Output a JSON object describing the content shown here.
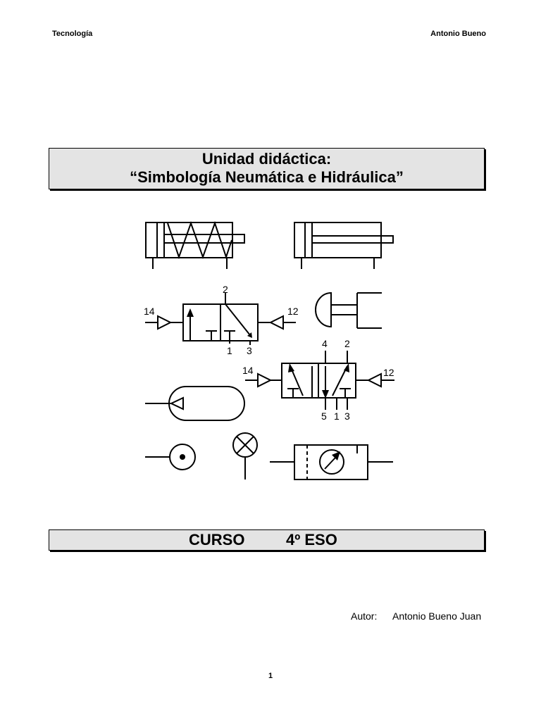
{
  "header": {
    "left": "Tecnología",
    "right": "Antonio Bueno"
  },
  "title": {
    "line1": "Unidad didáctica:",
    "line2": "“Simbología Neumática e Hidráulica”"
  },
  "symbol_labels": {
    "valve_3_2": {
      "top": "2",
      "left": "14",
      "right": "12",
      "bottom_1": "1",
      "bottom_3": "3"
    },
    "valve_5_2": {
      "top_4": "4",
      "top_2": "2",
      "left": "14",
      "right": "12",
      "bottom_5": "5",
      "bottom_1": "1",
      "bottom_3": "3"
    }
  },
  "course": {
    "label": "CURSO",
    "value": "4º ESO"
  },
  "author": {
    "label": "Autor:",
    "name": "Antonio Bueno Juan"
  },
  "page_number": "1"
}
